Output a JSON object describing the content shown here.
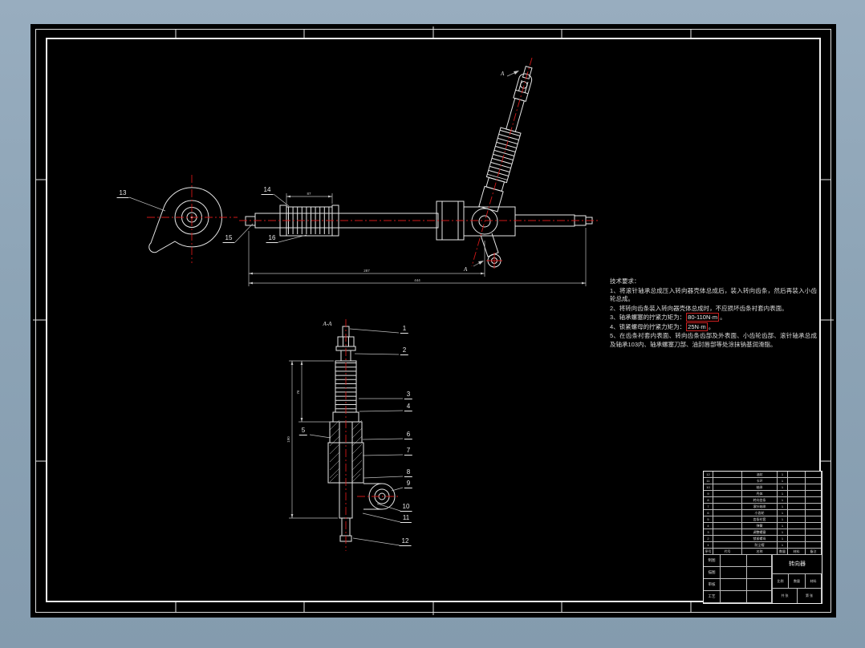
{
  "window": {
    "bg_color": "#8da4b6",
    "sheet_color": "#000000",
    "line_color": "#e6e6e6",
    "centerline_color": "#d01818"
  },
  "drawing": {
    "callouts": {
      "c1": "1",
      "c2": "2",
      "c3": "3",
      "c4": "4",
      "c5": "5",
      "c6": "6",
      "c7": "7",
      "c8": "8",
      "c9": "9",
      "c10": "10",
      "c11": "11",
      "c12": "12",
      "c13": "13",
      "c14": "14",
      "c15": "15",
      "c16": "16"
    },
    "view_label_top": "A",
    "view_label_bottom": "A",
    "section_label": "A-A",
    "dims": {
      "boot": "87",
      "to_pinion": "287",
      "total": "444",
      "height": "190",
      "upper": "76"
    }
  },
  "tech": {
    "title": "技术要求：",
    "item1": "1、将滚针轴承总成压入转向器壳体总成后，装入转向齿条，然后再装入小齿轮总成。",
    "item2": "2、将转向齿条装入转向器壳体总成时，不应损坏齿条衬套内表面。",
    "item3_prefix": "3、轴承螺塞的拧紧力矩为：",
    "item3_value": "80-110N·m",
    "item3_suffix": "。",
    "item4_prefix": "4、锁紧螺母的拧紧力矩为：",
    "item4_value": "25N·m",
    "item4_suffix": "。",
    "item5": "5、在齿条衬套内表面、转向齿条齿部及外表面、小齿轮齿部、滚针轴承总成及轴承103内、轴承螺塞刀部、油封唇部等处涂抹钠基润滑脂。"
  },
  "tb": {
    "blank": "",
    "header": {
      "no": "序号",
      "code": "代号",
      "name": "名称",
      "qty": "数量",
      "mat": "材料",
      "note": "备注"
    },
    "rows": [
      {
        "no": "12",
        "code": "",
        "name": "油封",
        "qty": "1",
        "mat": "",
        "note": ""
      },
      {
        "no": "11",
        "code": "",
        "name": "卡环",
        "qty": "1",
        "mat": "",
        "note": ""
      },
      {
        "no": "10",
        "code": "",
        "name": "轴承",
        "qty": "1",
        "mat": "",
        "note": ""
      },
      {
        "no": "9",
        "code": "",
        "name": "壳体",
        "qty": "1",
        "mat": "",
        "note": ""
      },
      {
        "no": "8",
        "code": "",
        "name": "转向齿条",
        "qty": "1",
        "mat": "",
        "note": ""
      },
      {
        "no": "7",
        "code": "",
        "name": "滚针轴承",
        "qty": "1",
        "mat": "",
        "note": ""
      },
      {
        "no": "6",
        "code": "",
        "name": "小齿轮",
        "qty": "1",
        "mat": "",
        "note": ""
      },
      {
        "no": "5",
        "code": "",
        "name": "齿条衬套",
        "qty": "1",
        "mat": "",
        "note": ""
      },
      {
        "no": "4",
        "code": "",
        "name": "弹簧",
        "qty": "1",
        "mat": "",
        "note": ""
      },
      {
        "no": "3",
        "code": "",
        "name": "调整螺塞",
        "qty": "1",
        "mat": "",
        "note": ""
      },
      {
        "no": "2",
        "code": "",
        "name": "锁紧螺母",
        "qty": "1",
        "mat": "",
        "note": ""
      },
      {
        "no": "1",
        "code": "",
        "name": "防尘帽",
        "qty": "1",
        "mat": "",
        "note": ""
      }
    ],
    "fields": {
      "f1": "制图",
      "f2": "描图",
      "f3": "审核",
      "f4": "工艺"
    },
    "title": "转向器",
    "scale_label": "比例",
    "qty_label": "数量",
    "mat_label": "材料",
    "sheet1": "共 张",
    "sheet2": "第 张"
  }
}
